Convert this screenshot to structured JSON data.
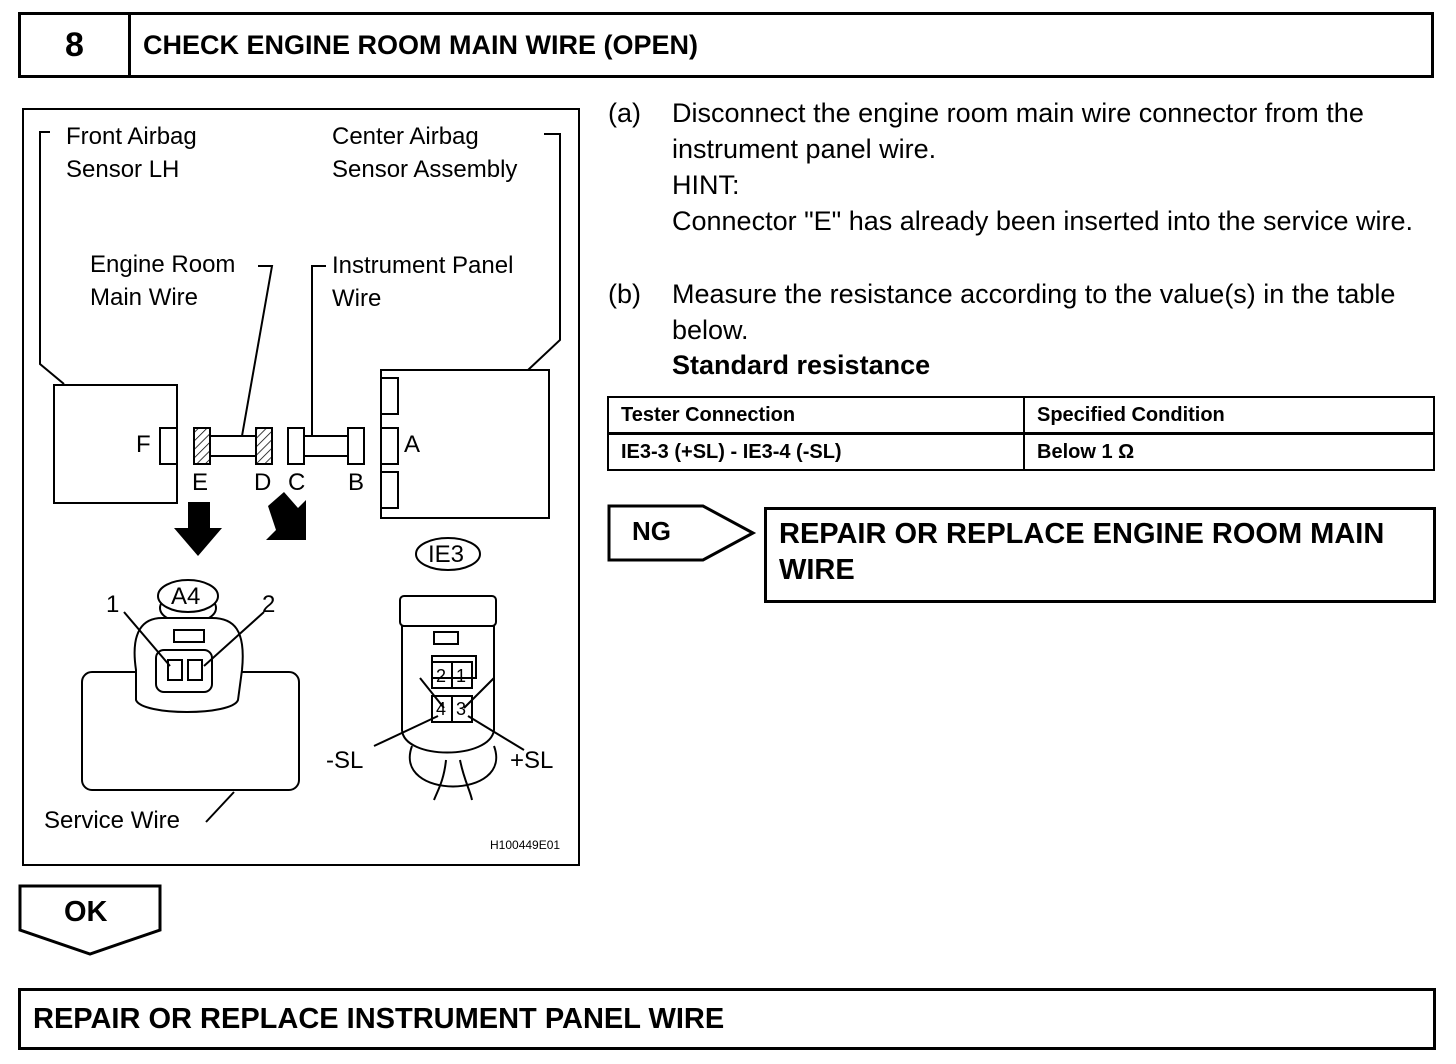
{
  "step": {
    "number": "8",
    "title": "CHECK ENGINE ROOM MAIN WIRE (OPEN)"
  },
  "diagram": {
    "front_airbag_line1": "Front Airbag",
    "front_airbag_line2": "Sensor LH",
    "center_airbag_line1": "Center Airbag",
    "center_airbag_line2": "Sensor Assembly",
    "engine_room_line1": "Engine Room",
    "engine_room_line2": "Main Wire",
    "instrument_panel_line1": "Instrument Panel",
    "instrument_panel_line2": "Wire",
    "conn_f": "F",
    "conn_e": "E",
    "conn_d": "D",
    "conn_c": "C",
    "conn_b": "B",
    "conn_a": "A",
    "a4_label": "A4",
    "a4_pin1": "1",
    "a4_pin2": "2",
    "ie3_label": "IE3",
    "ie3_pin1": "1",
    "ie3_pin2": "2",
    "ie3_pin3": "3",
    "ie3_pin4": "4",
    "minus_sl": "-SL",
    "plus_sl": "+SL",
    "service_wire": "Service Wire",
    "figure_code": "H100449E01"
  },
  "instructions": {
    "a_marker": "(a)",
    "a_text": "Disconnect the engine room main wire connector from the instrument panel wire.",
    "hint_label": "HINT:",
    "hint_text": "Connector \"E\" has already been inserted into the service wire.",
    "b_marker": "(b)",
    "b_text": "Measure the resistance according to the value(s) in the table below.",
    "standard_label": "Standard resistance"
  },
  "table": {
    "headers": [
      "Tester Connection",
      "Specified Condition"
    ],
    "rows": [
      [
        "IE3-3 (+SL) - IE3-4 (-SL)",
        "Below 1 Ω"
      ]
    ]
  },
  "ng": {
    "label": "NG",
    "action": "REPAIR OR REPLACE ENGINE ROOM MAIN WIRE"
  },
  "ok": {
    "label": "OK"
  },
  "final_action": "REPAIR OR REPLACE INSTRUMENT PANEL WIRE"
}
